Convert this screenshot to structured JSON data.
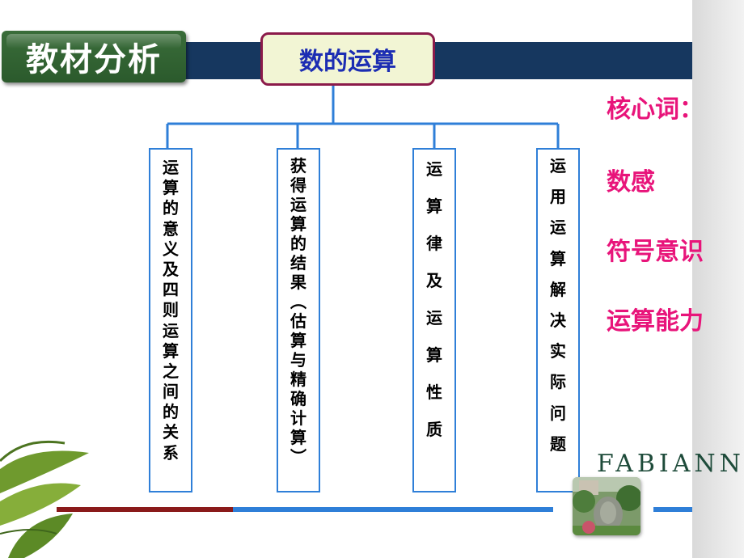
{
  "slide": {
    "title": "教材分析",
    "root_label": "数的运算",
    "branches": [
      {
        "chars": [
          "运",
          "算",
          "的",
          "意",
          "义",
          "及",
          "四",
          "则",
          "运",
          "算",
          "之",
          "间",
          "的",
          "关",
          "系"
        ]
      },
      {
        "chars": [
          "获",
          "得",
          "运",
          "算",
          "的",
          "结",
          "果",
          "︵",
          "估",
          "算",
          "与",
          "精",
          "确",
          "计",
          "算",
          "︶"
        ]
      },
      {
        "chars": [
          "运",
          "算",
          "律",
          "及",
          "运",
          "算",
          "性",
          "质"
        ]
      },
      {
        "chars": [
          "运",
          "用",
          "运",
          "算",
          "解",
          "决",
          "实",
          "际",
          "问",
          "题"
        ]
      }
    ],
    "keywords": {
      "heading": "核心词：",
      "items": [
        "数感",
        "符号意识",
        "运算能力"
      ]
    },
    "logo_text": "FABIANNE"
  },
  "colors": {
    "title_bg": "#2f5f30",
    "top_bar": "#16375f",
    "root_border": "#8b1a4a",
    "root_fill": "#f2f5d4",
    "root_text": "#1c2db3",
    "connector": "#2f7fd8",
    "keyword_text": "#e8147a"
  }
}
